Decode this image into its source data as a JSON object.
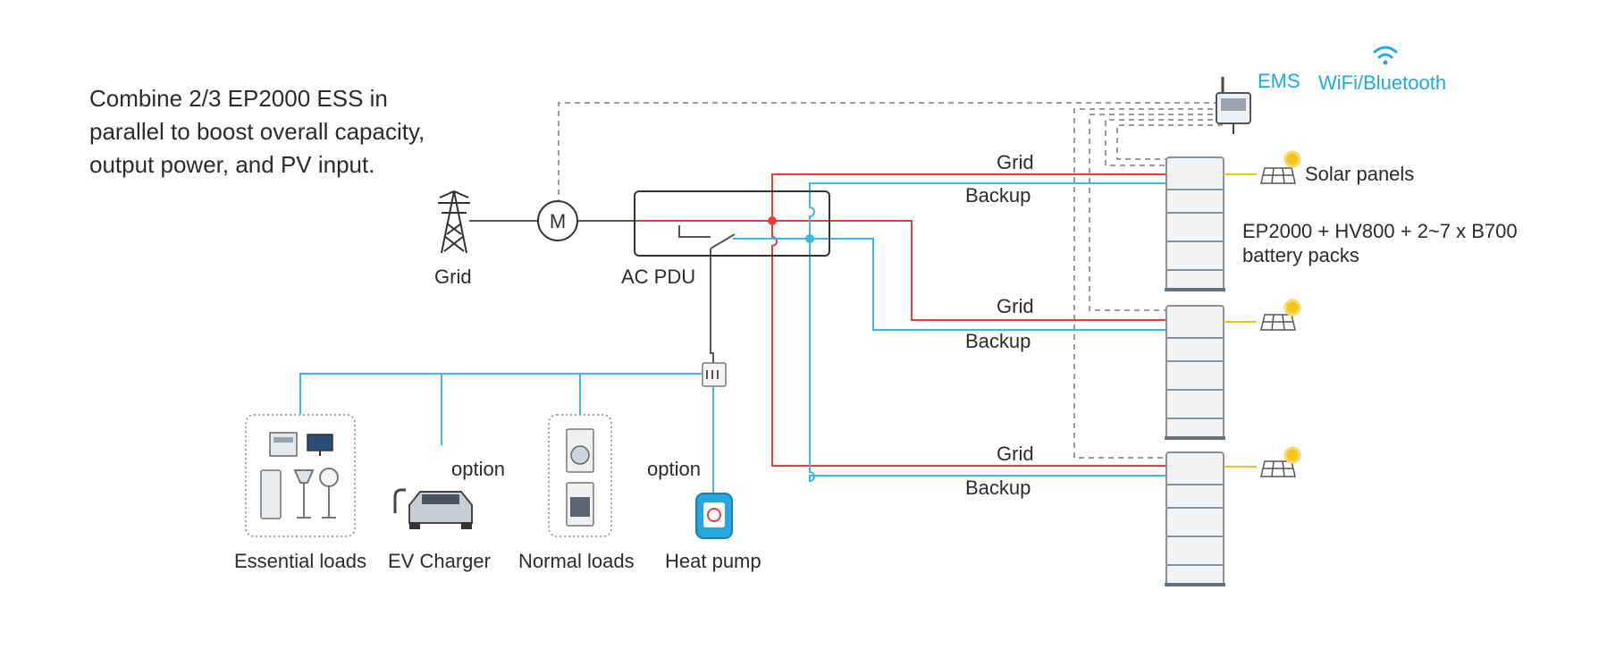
{
  "intro": {
    "line1": "Combine 2/3 EP2000 ESS in",
    "line2": "parallel to boost overall capacity,",
    "line3": "output power, and PV input."
  },
  "ems": {
    "label": "EMS",
    "wireless_label": "WiFi/Bluetooth"
  },
  "grid_source": {
    "label": "Grid",
    "meter_symbol": "M"
  },
  "pdu": {
    "label": "AC PDU"
  },
  "links": [
    {
      "grid_label": "Grid",
      "backup_label": "Backup"
    },
    {
      "grid_label": "Grid",
      "backup_label": "Backup"
    },
    {
      "grid_label": "Grid",
      "backup_label": "Backup"
    }
  ],
  "solar": {
    "label": "Solar panels"
  },
  "stack": {
    "line1": "EP2000 + HV800 + 2~7 x B700",
    "line2": "battery packs"
  },
  "loads": {
    "essential": "Essential loads",
    "ev_charger": "EV Charger",
    "normal": "Normal loads",
    "heat_pump": "Heat pump",
    "option_ev": "option",
    "option_heat": "option"
  },
  "colors": {
    "grid_line": "#e53e3e",
    "backup_line": "#3ab8e0",
    "neutral_line": "#555555",
    "comm_line": "#9a9a9a",
    "accent_text": "#21a9d8",
    "sun": "#f5c518"
  }
}
